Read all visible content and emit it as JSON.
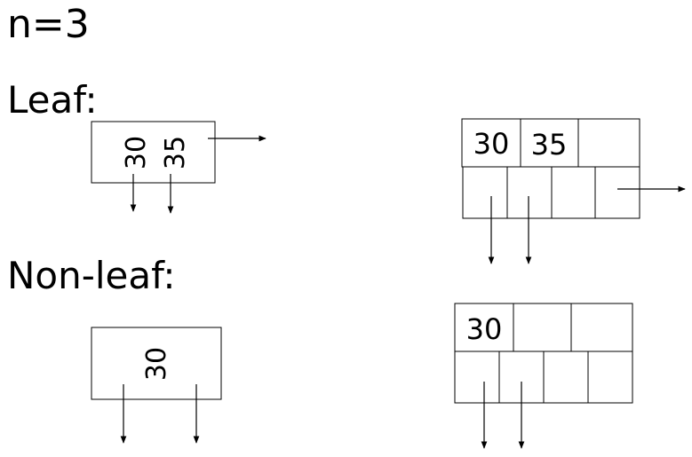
{
  "title": "n=3",
  "leaf": {
    "heading": "Leaf:",
    "compact_node": {
      "keys": [
        "30",
        "35"
      ]
    },
    "expanded_node": {
      "keys": [
        "30",
        "35",
        ""
      ]
    }
  },
  "non_leaf": {
    "heading": "Non-leaf:",
    "compact_node": {
      "keys": [
        "30"
      ]
    },
    "expanded_node": {
      "keys": [
        "30",
        "",
        ""
      ]
    }
  }
}
